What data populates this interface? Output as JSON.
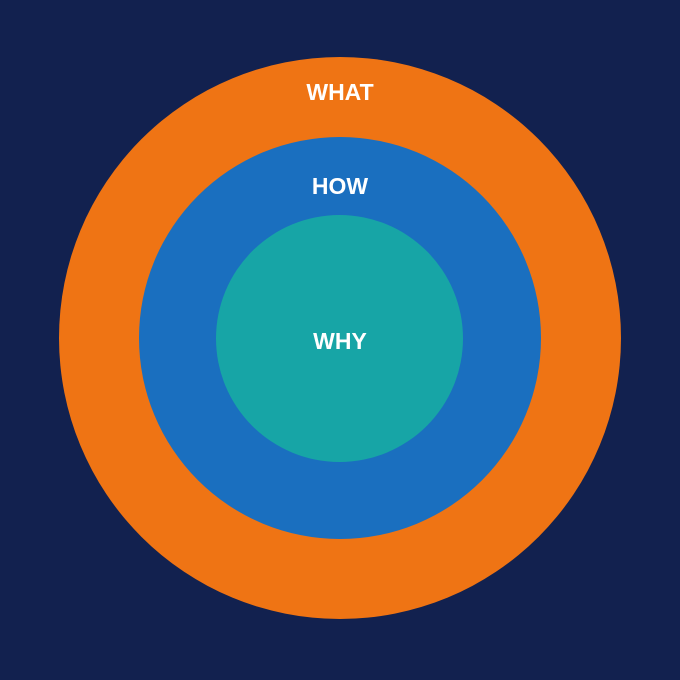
{
  "diagram": {
    "type": "concentric-circles",
    "layers": [
      {
        "label": "WHAT",
        "color": "#ef7414"
      },
      {
        "label": "HOW",
        "color": "#1a6fbf"
      },
      {
        "label": "WHY",
        "color": "#17a5a6"
      }
    ],
    "background": "#12214f"
  }
}
